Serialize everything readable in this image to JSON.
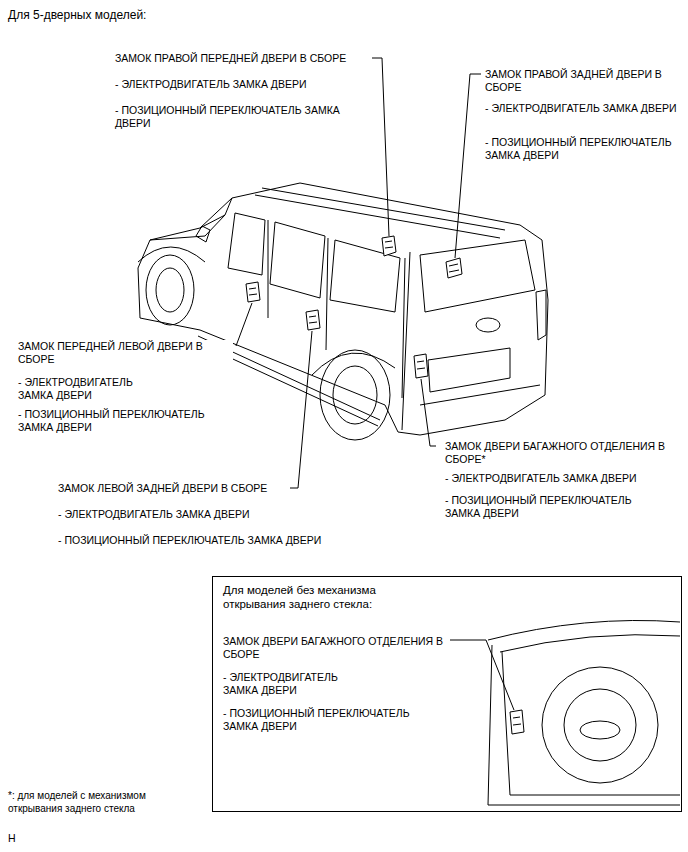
{
  "diagram": {
    "title": "Для 5-дверных моделей:",
    "nodes": [
      {
        "text": [
          "Для моделей без механизма открывания заднего стекла:",
          "ЗАМОК ДВЕРИ БАГАЖНОГО ОТДЕЛЕНИЯ В СБОРЕ",
          "- ЭЛЕКТРОДВИГАТЕЛЬ ЗАМКА ДВЕРИ",
          "- ПОЗИЦИОННЫЙ ПЕРЕКЛЮЧАТЕЛЬ ЗАМКА ДВЕРИ"
        ]
      }
    ],
    "labels": [
      "ЗАМОК ПРАВОЙ ПЕРЕДНЕЙ ДВЕРИ В СБОРЕ",
      "- ЭЛЕКТРОДВИГАТЕЛЬ ЗАМКА ДВЕРИ",
      "- ПОЗИЦИОННЫЙ ПЕРЕКЛЮЧАТЕЛЬ ЗАМКА ДВЕРИ",
      "ЗАМОК ПРАВОЙ ЗАДНЕЙ ДВЕРИ В СБОРЕ",
      "- ЭЛЕКТРОДВИГАТЕЛЬ ЗАМКА ДВЕРИ",
      "- ПОЗИЦИОННЫЙ ПЕРЕКЛЮЧАТЕЛЬ ЗАМКА ДВЕРИ",
      "ЗАМОК ПЕРЕДНЕЙ ЛЕВОЙ ДВЕРИ В СБОРЕ",
      "- ЭЛЕКТРОДВИГАТЕЛЬ ЗАМКА ДВЕРИ",
      "- ПОЗИЦИОННЫЙ ПЕРЕКЛЮЧАТЕЛЬ ЗАМКА ДВЕРИ",
      "ЗАМОК ДВЕРИ БАГАЖНОГО ОТДЕЛЕНИЯ В СБОРЕ*",
      "- ЭЛЕКТРОДВИГАТЕЛЬ ЗАМКА ДВЕРИ",
      "- ПОЗИЦИОННЫЙ ПЕРЕКЛЮЧАТЕЛЬ ЗАМКА ДВЕРИ",
      "ЗАМОК ЛЕВОЙ ЗАДНЕЙ ДВЕРИ В СБОРЕ",
      "- ЭЛЕКТРОДВИГАТЕЛЬ ЗАМКА ДВЕРИ",
      "- ПОЗИЦИОННЫЙ ПЕРЕКЛЮЧАТЕЛЬ ЗАМКА ДВЕРИ",
      "*: для моделей с механизмом открывания заднего стекла",
      "H"
    ]
  }
}
